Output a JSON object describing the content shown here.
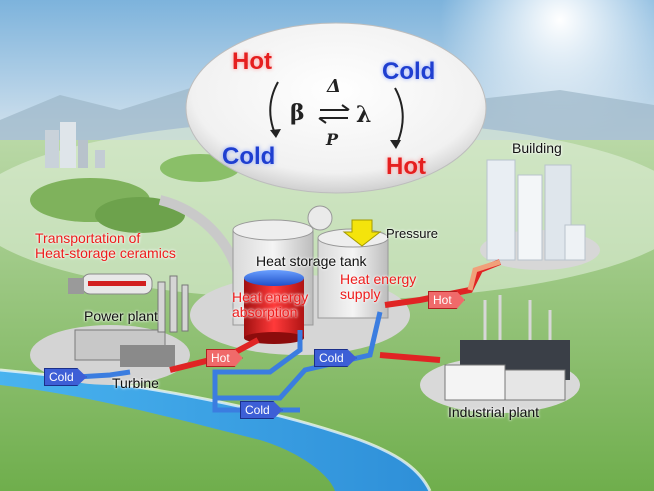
{
  "equilibrium": {
    "hot_left": "Hot",
    "cold_left": "Cold",
    "cold_right": "Cold",
    "hot_right": "Hot",
    "beta": "β",
    "lambda": "λ",
    "delta": "Δ",
    "pressure_symbol": "P"
  },
  "labels": {
    "transportation": [
      "Transportation of",
      "Heat-storage ceramics"
    ],
    "power_plant": "Power plant",
    "turbine": "Turbine",
    "heat_storage_tank": "Heat storage tank",
    "pressure": "Pressure",
    "heat_absorption": [
      "Heat energy",
      "absorption"
    ],
    "heat_supply": [
      "Heat energy",
      "supply"
    ],
    "building": "Building",
    "industrial_plant": "Industrial  plant"
  },
  "flow_tags": {
    "cold_turbine": "Cold",
    "hot_turbine": "Hot",
    "cold_center": "Cold",
    "cold_river": "Cold",
    "hot_supply": "Hot"
  },
  "colors": {
    "hot": "#ee1c1c",
    "cold": "#1f3fd0",
    "river": "#3aa0e8",
    "pipe_hot": "#e02424",
    "pipe_cold": "#3b7de0"
  }
}
